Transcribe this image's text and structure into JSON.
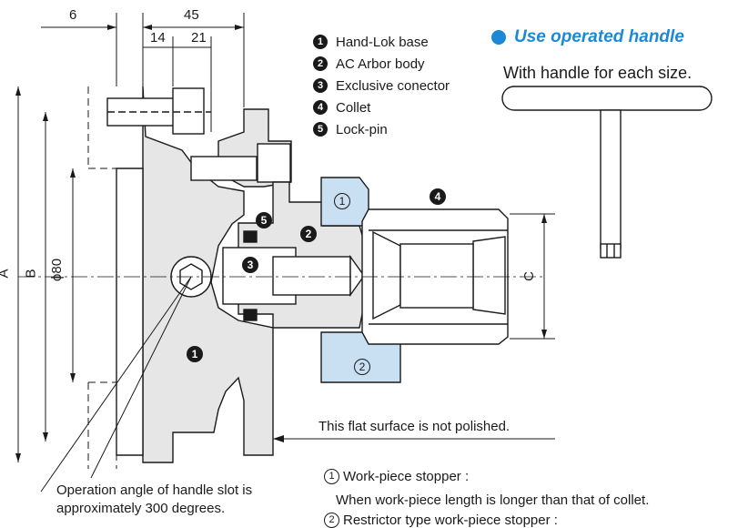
{
  "dimensions": {
    "top_6": "6",
    "top_45": "45",
    "top_14": "14",
    "top_21": "21",
    "side_A": "A",
    "side_B": "B",
    "side_phi80": "ϕ80",
    "side_C": "C"
  },
  "legend": {
    "items": [
      {
        "num": "1",
        "label": "Hand-Lok base"
      },
      {
        "num": "2",
        "label": "AC Arbor body"
      },
      {
        "num": "3",
        "label": "Exclusive conector"
      },
      {
        "num": "4",
        "label": "Collet"
      },
      {
        "num": "5",
        "label": "Lock-pin"
      }
    ]
  },
  "handle_section": {
    "heading": "Use operated handle",
    "subtitle": "With handle for each size."
  },
  "callouts": {
    "base": "1",
    "arbor": "2",
    "connector": "3",
    "collet": "4",
    "lockpin": "5",
    "stopper_1": "1",
    "stopper_2": "2"
  },
  "notes": {
    "flat_surface": "This flat surface is not polished.",
    "operation_angle_line1": "Operation angle of handle slot is",
    "operation_angle_line2": "approximately 300 degrees.",
    "stopper1_title": "Work-piece stopper :",
    "stopper1_desc": "When work-piece length is longer than that of collet.",
    "stopper2_title": "Restrictor type work-piece stopper :",
    "stopper_num_1": "1",
    "stopper_num_2": "2"
  },
  "colors": {
    "accent": "#1a8ad6",
    "part_fill": "#e6e6e6",
    "stopper_fill": "#c9dff2",
    "line": "#1a1a1a"
  }
}
